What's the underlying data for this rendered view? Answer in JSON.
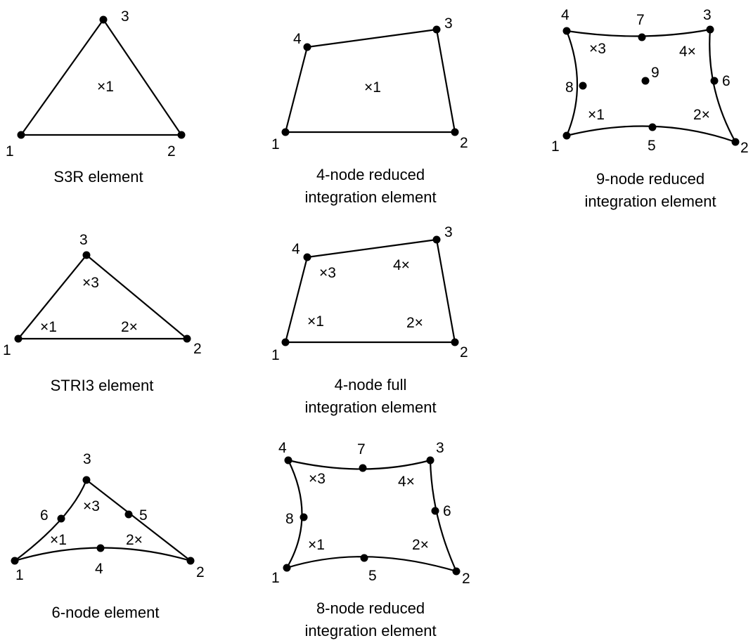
{
  "elements": [
    {
      "id": "s3r",
      "caption": [
        "S3R element"
      ],
      "nodes": [
        "1",
        "2",
        "3"
      ],
      "integration_points": [
        "×1"
      ]
    },
    {
      "id": "quad4-reduced",
      "caption": [
        "4-node reduced",
        "integration element"
      ],
      "nodes": [
        "1",
        "2",
        "3",
        "4"
      ],
      "integration_points": [
        "×1"
      ]
    },
    {
      "id": "quad9-reduced",
      "caption": [
        "9-node reduced",
        "integration element"
      ],
      "nodes": [
        "1",
        "2",
        "3",
        "4",
        "5",
        "6",
        "7",
        "8",
        "9"
      ],
      "integration_points": [
        "×1",
        "2×",
        "×3",
        "4×"
      ]
    },
    {
      "id": "stri3",
      "caption": [
        "STRI3 element"
      ],
      "nodes": [
        "1",
        "2",
        "3"
      ],
      "integration_points": [
        "×1",
        "2×",
        "×3"
      ]
    },
    {
      "id": "quad4-full",
      "caption": [
        "4-node full",
        "integration element"
      ],
      "nodes": [
        "1",
        "2",
        "3",
        "4"
      ],
      "integration_points": [
        "×1",
        "2×",
        "×3",
        "4×"
      ]
    },
    {
      "id": "tri6",
      "caption": [
        "6-node element"
      ],
      "nodes": [
        "1",
        "2",
        "3",
        "4",
        "5",
        "6"
      ],
      "integration_points": [
        "×1",
        "2×",
        "×3"
      ]
    },
    {
      "id": "quad8-reduced",
      "caption": [
        "8-node reduced",
        "integration element"
      ],
      "nodes": [
        "1",
        "2",
        "3",
        "4",
        "5",
        "6",
        "7",
        "8"
      ],
      "integration_points": [
        "×1",
        "2×",
        "×3",
        "4×"
      ]
    }
  ]
}
